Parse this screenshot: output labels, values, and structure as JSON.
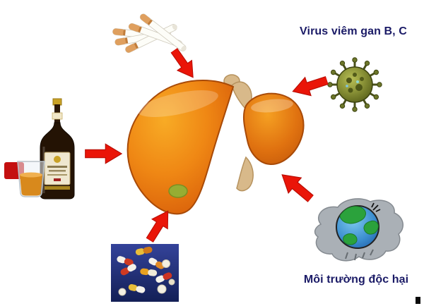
{
  "figure": {
    "type": "cause-effect-diagram",
    "subject": "liver-damage-causes",
    "background_color": "#ffffff",
    "arrow_color": "#ea1508",
    "label_color": "#1a1a66"
  },
  "labels": {
    "virus": "Virus viêm gan B, C",
    "environment": "Môi trường độc hại"
  },
  "icons": {
    "center": "liver-illustration",
    "causes": [
      "cigarettes-illustration",
      "virus-illustration",
      "alcohol-bottle-and-glass-illustration",
      "pills-illustration",
      "polluted-earth-illustration"
    ],
    "arrows": [
      "arrow-cigarettes-to-liver",
      "arrow-virus-to-liver",
      "arrow-alcohol-to-liver",
      "arrow-pills-to-liver",
      "arrow-environment-to-liver"
    ]
  }
}
